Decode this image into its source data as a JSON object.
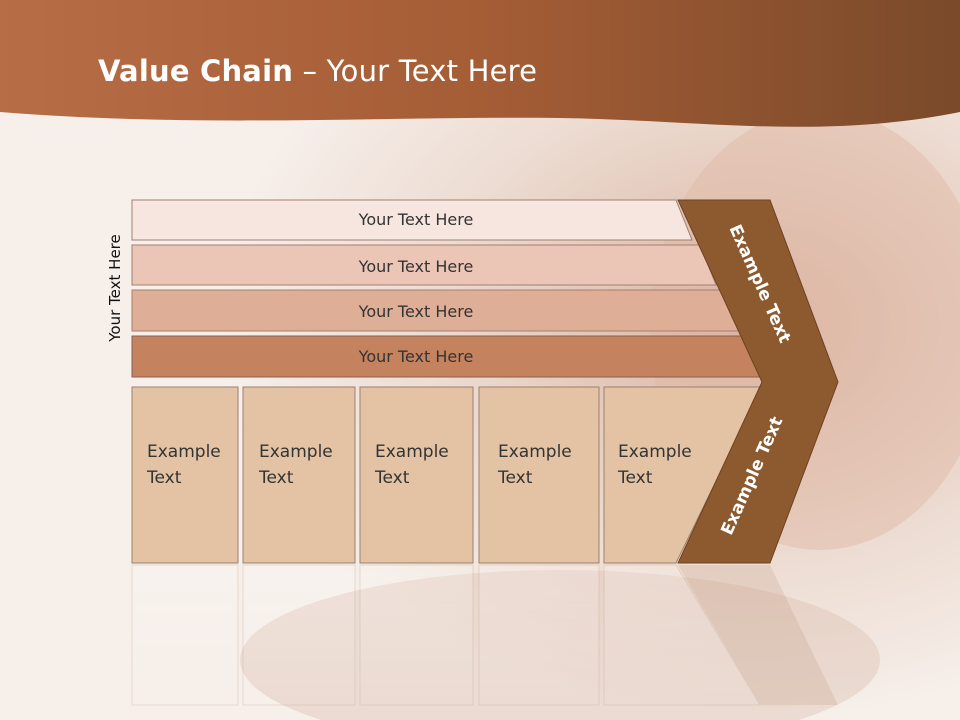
{
  "slide": {
    "title_bold": "Value Chain",
    "title_rest": " – Your Text Here",
    "side_label": "Your Text Here"
  },
  "bars": [
    {
      "label": "Your Text Here",
      "color": "#f6e6df"
    },
    {
      "label": "Your Text Here",
      "color": "#ebc6b6"
    },
    {
      "label": "Your Text Here",
      "color": "#dfae96"
    },
    {
      "label": "Your Text Here",
      "color": "#c4825f"
    }
  ],
  "columns": [
    {
      "line1": "Example",
      "line2": "Text"
    },
    {
      "line1": "Example",
      "line2": "Text"
    },
    {
      "line1": "Example",
      "line2": "Text"
    },
    {
      "line1": "Example",
      "line2": "Text"
    },
    {
      "line1": "Example",
      "line2": "Text"
    }
  ],
  "chevron": {
    "upper_label": "Example Text",
    "lower_label": "Example Text",
    "color": "#8c5a2e"
  },
  "colors": {
    "header": "#a9623b",
    "column_fill": "#e3c3a4",
    "column_border": "#9a8070"
  }
}
